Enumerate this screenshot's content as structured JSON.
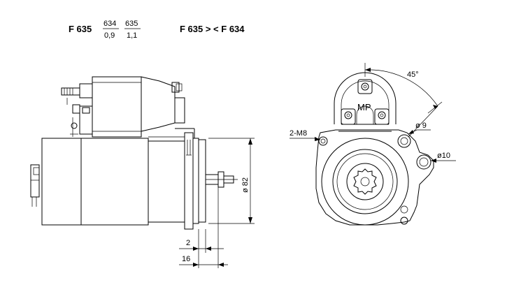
{
  "header": {
    "model": "F 635",
    "fraction_1": {
      "top": "634",
      "bottom": "0,9"
    },
    "fraction_2": {
      "top": "635",
      "bottom": "1,1"
    },
    "conversion": "F 635 > < F 634"
  },
  "side_view": {
    "diameter_label": "ø 82",
    "dim_small": "2",
    "dim_large": "16"
  },
  "front_view": {
    "angle_label": "45°",
    "hole_small": "ø 9",
    "hole_large": "ø10",
    "thread_label": "2-M8",
    "badge": "MP"
  }
}
